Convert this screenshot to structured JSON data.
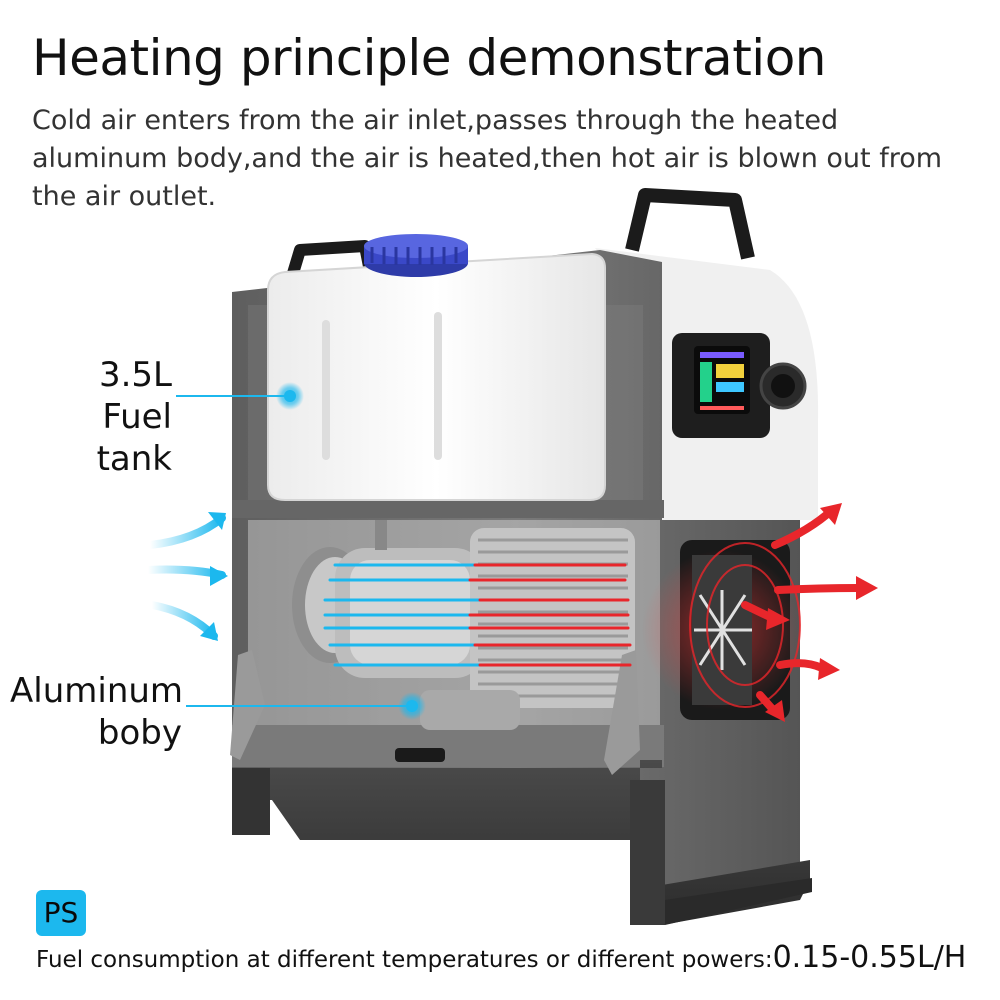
{
  "heading": {
    "title": "Heating principle demonstration",
    "description": "Cold air enters from the air inlet,passes through the heated aluminum body,and the air is heated,then hot air is blown out from the air outlet."
  },
  "callouts": {
    "fuel_tank": {
      "line1": "3.5L",
      "line2": "Fuel tank"
    },
    "aluminum_body": {
      "line1": "Aluminum",
      "line2": "boby"
    }
  },
  "badge": {
    "label": "PS"
  },
  "footer": {
    "text": "Fuel consumption at different temperatures or different powers:",
    "value": "0.15-0.55L/H"
  },
  "colors": {
    "accent_blue": "#1cb8ee",
    "hot_red": "#e8262b",
    "frame_gray": "#6f6f6f",
    "tank_white": "#f4f4f4",
    "cap_blue": "#3a48c8"
  }
}
